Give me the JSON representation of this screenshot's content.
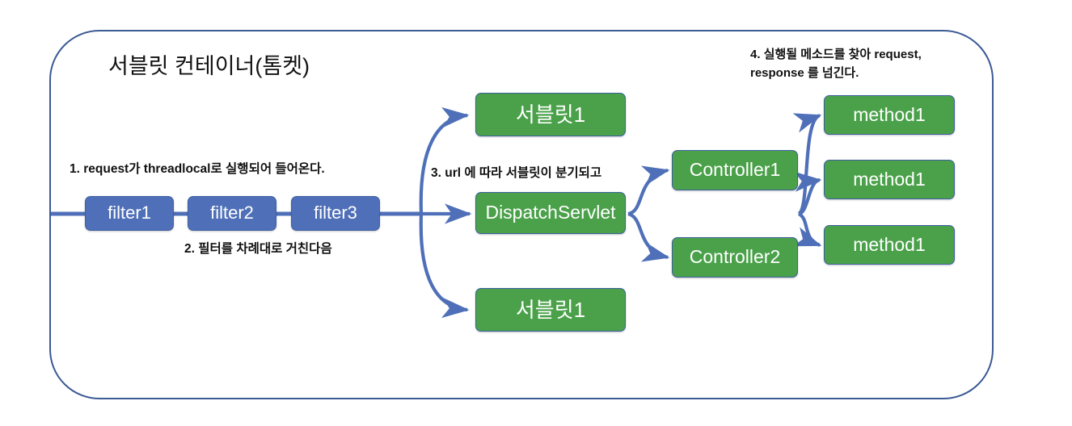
{
  "diagram": {
    "title": "서블릿 컨테이너(톰켓)",
    "colors": {
      "container_border": "#3c5a94",
      "filter_fill": "#4f70b8",
      "node_fill": "#4aa14a",
      "node_border": "#3c5f9e",
      "arrow": "#4f70b8",
      "text": "#111111"
    },
    "notes": [
      {
        "id": "note-1",
        "text": "1. request가 threadlocal로 실행되어 들어온다."
      },
      {
        "id": "note-2",
        "text": "2. 필터를 차례대로 거친다음"
      },
      {
        "id": "note-3",
        "text": "3. url 에 따라 서블릿이 분기되고"
      },
      {
        "id": "note-4-line1",
        "text": "4. 실행될 메소드를 찾아 request,"
      },
      {
        "id": "note-4-line2",
        "text": "response 를 넘긴다."
      }
    ],
    "filters": [
      {
        "id": "filter1",
        "label": "filter1"
      },
      {
        "id": "filter2",
        "label": "filter2"
      },
      {
        "id": "filter3",
        "label": "filter3"
      }
    ],
    "servlets": [
      {
        "id": "servlet-top",
        "label": "서블릿1"
      },
      {
        "id": "dispatch-servlet",
        "label": "DispatchServlet"
      },
      {
        "id": "servlet-bottom",
        "label": "서블릿1"
      }
    ],
    "controllers": [
      {
        "id": "controller1",
        "label": "Controller1"
      },
      {
        "id": "controller2",
        "label": "Controller2"
      }
    ],
    "methods": [
      {
        "id": "method-1",
        "label": "method1"
      },
      {
        "id": "method-2",
        "label": "method1"
      },
      {
        "id": "method-3",
        "label": "method1"
      }
    ]
  }
}
